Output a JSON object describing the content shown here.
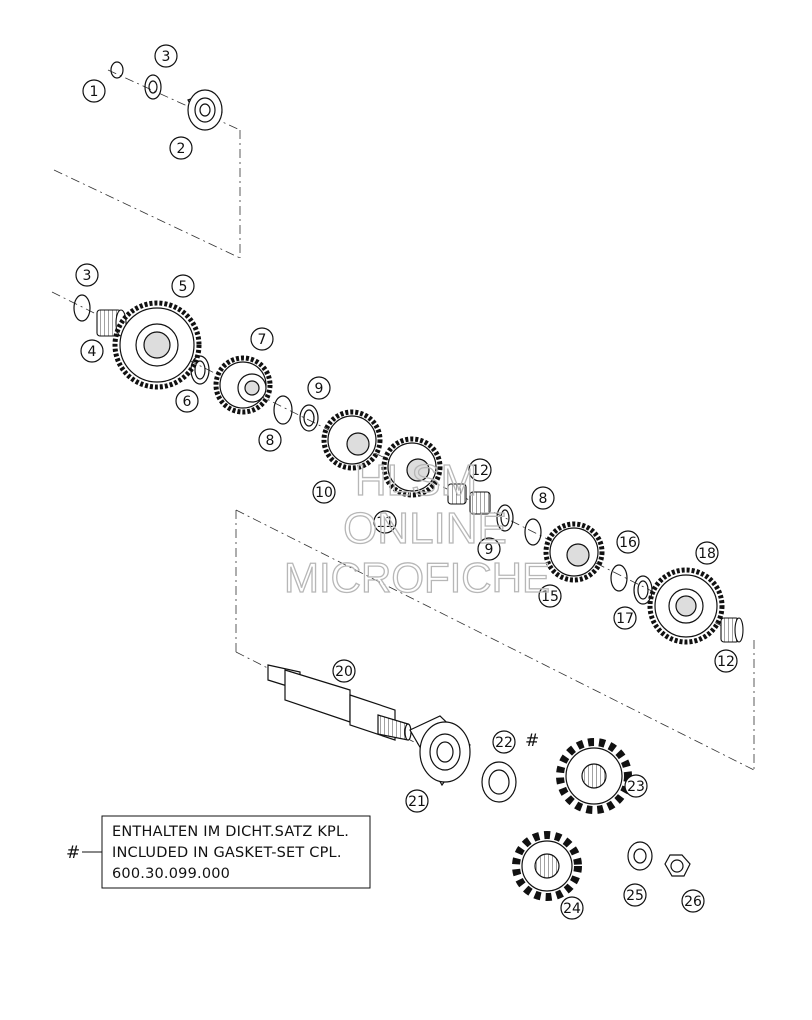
{
  "diagram": {
    "callouts": [
      "1",
      "2",
      "3",
      "3",
      "4",
      "5",
      "6",
      "7",
      "8",
      "9",
      "10",
      "11",
      "12",
      "9",
      "8",
      "15",
      "16",
      "17",
      "18",
      "12",
      "20",
      "21",
      "22",
      "23",
      "24",
      "25",
      "26"
    ],
    "gasket_marks": [
      "#",
      "#"
    ]
  },
  "note": {
    "marker": "#",
    "lines": [
      "ENTHALTEN IM DICHT.SATZ KPL.",
      "INCLUDED IN GASKET-SET CPL.",
      "600.30.099.000"
    ]
  },
  "watermark": {
    "line1": "HLSM",
    "line2": "ONLINE",
    "line3": "MICROFICHE"
  }
}
